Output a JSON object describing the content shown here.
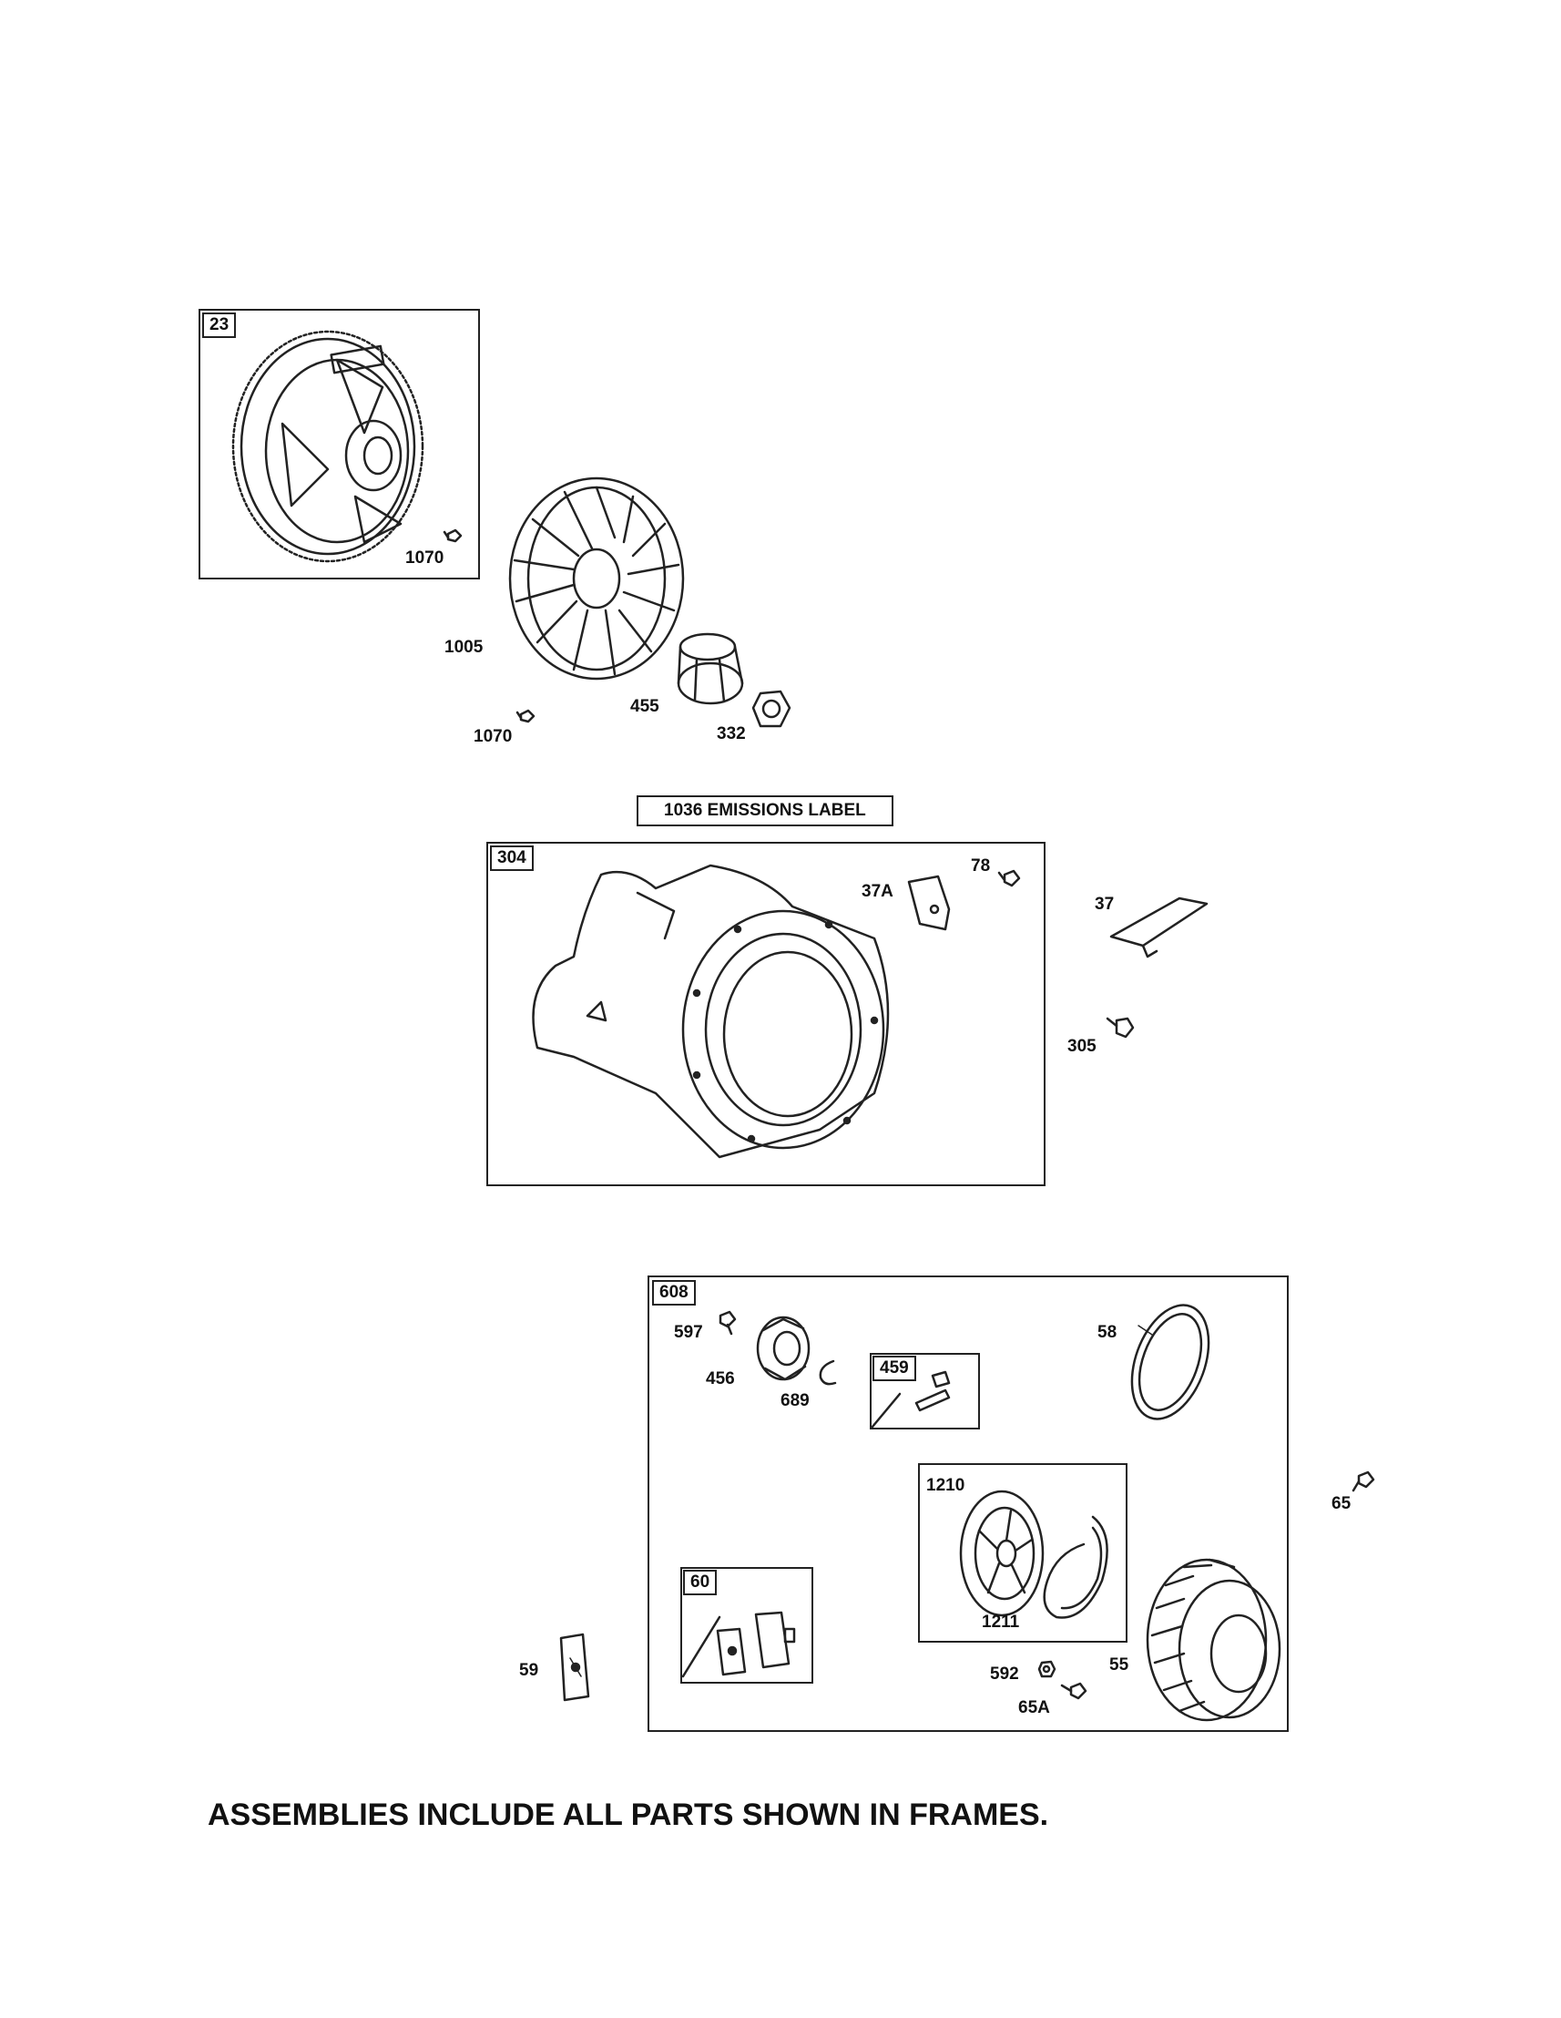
{
  "frames": {
    "flywheel_tag": "23",
    "housing_tag": "304",
    "starter_tag": "608",
    "clutch_tag": "459",
    "starter_pulley_tag": "60"
  },
  "labels": {
    "bolt_1070_a": "1070",
    "fan_1005": "1005",
    "bolt_1070_b": "1070",
    "cup_455": "455",
    "nut_332": "332",
    "plate_37a": "37A",
    "screw_78": "78",
    "cover_37": "37",
    "screw_305": "305",
    "bolt_597": "597",
    "ratchet_456": "456",
    "ring_689": "689",
    "spring_58": "58",
    "pulley_1210": "1210",
    "spring_1211": "1211",
    "bolt_65": "65",
    "nut_592": "592",
    "starter_55": "55",
    "bolt_65a": "65A",
    "handle_59": "59"
  },
  "emissions_label": "1036 EMISSIONS LABEL",
  "footer": "ASSEMBLIES INCLUDE ALL PARTS SHOWN IN FRAMES."
}
